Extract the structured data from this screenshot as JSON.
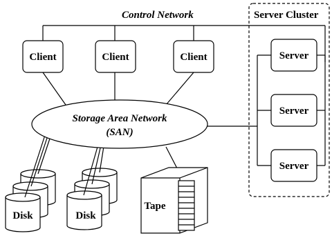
{
  "control_network": {
    "label": "Control Network"
  },
  "server_cluster": {
    "label": "Server Cluster",
    "servers": [
      "Server",
      "Server",
      "Server"
    ]
  },
  "clients": [
    "Client",
    "Client",
    "Client"
  ],
  "san": {
    "line1": "Storage Area Network",
    "line2": "(SAN)"
  },
  "storage": {
    "disk_stacks": [
      "Disk",
      "Disk"
    ],
    "tape": "Tape"
  }
}
